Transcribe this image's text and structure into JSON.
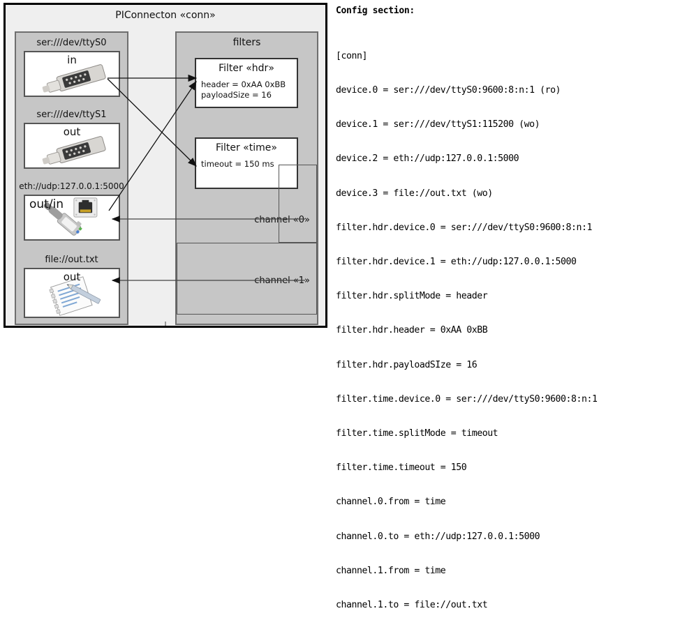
{
  "diagram": {
    "title": "PIConnecton «conn»",
    "devices_group": {
      "items": [
        {
          "label": "ser:///dev/ttyS0",
          "port": "in",
          "icon": "serial-port-icon"
        },
        {
          "label": "ser:///dev/ttyS1",
          "port": "out",
          "icon": "serial-port-icon"
        },
        {
          "label": "eth://udp:127.0.0.1:5000",
          "port": "out/in",
          "icon": "ethernet-jack-icon"
        },
        {
          "label": "file://out.txt",
          "port": "out",
          "icon": "text-file-icon"
        }
      ]
    },
    "filters_group": {
      "title": "filters",
      "items": [
        {
          "title": "Filter «hdr»",
          "props": [
            "header = 0xAA 0xBB",
            "payloadSize = 16"
          ]
        },
        {
          "title": "Filter «time»",
          "props": [
            "timeout = 150 ms"
          ]
        }
      ]
    },
    "channels": [
      {
        "label": "channel «0»"
      },
      {
        "label": "channel «1»"
      }
    ]
  },
  "config": {
    "heading": "Config section:",
    "lines": [
      "[conn]",
      "device.0 = ser:///dev/ttyS0:9600:8:n:1 (ro)",
      "device.1 = ser:///dev/ttyS1:115200 (wo)",
      "device.2 = eth://udp:127.0.0.1:5000",
      "device.3 = file://out.txt (wo)",
      "filter.hdr.device.0 = ser:///dev/ttyS0:9600:8:n:1",
      "filter.hdr.device.1 = eth://udp:127.0.0.1:5000",
      "filter.hdr.splitMode = header",
      "filter.hdr.header = 0xAA 0xBB",
      "filter.hdr.payloadSIze = 16",
      "filter.time.device.0 = ser:///dev/ttyS0:9600:8:n:1",
      "filter.time.splitMode = timeout",
      "filter.time.timeout = 150",
      "channel.0.from = time",
      "channel.0.to = eth://udp:127.0.0.1:5000",
      "channel.1.from = time",
      "channel.1.to = file://out.txt"
    ]
  },
  "colors": {
    "frame": "#000000",
    "panel": "#efefef",
    "group": "#c6c6c6",
    "group_border": "#6e6e6e",
    "card": "#ffffff",
    "wire": "#111111"
  }
}
